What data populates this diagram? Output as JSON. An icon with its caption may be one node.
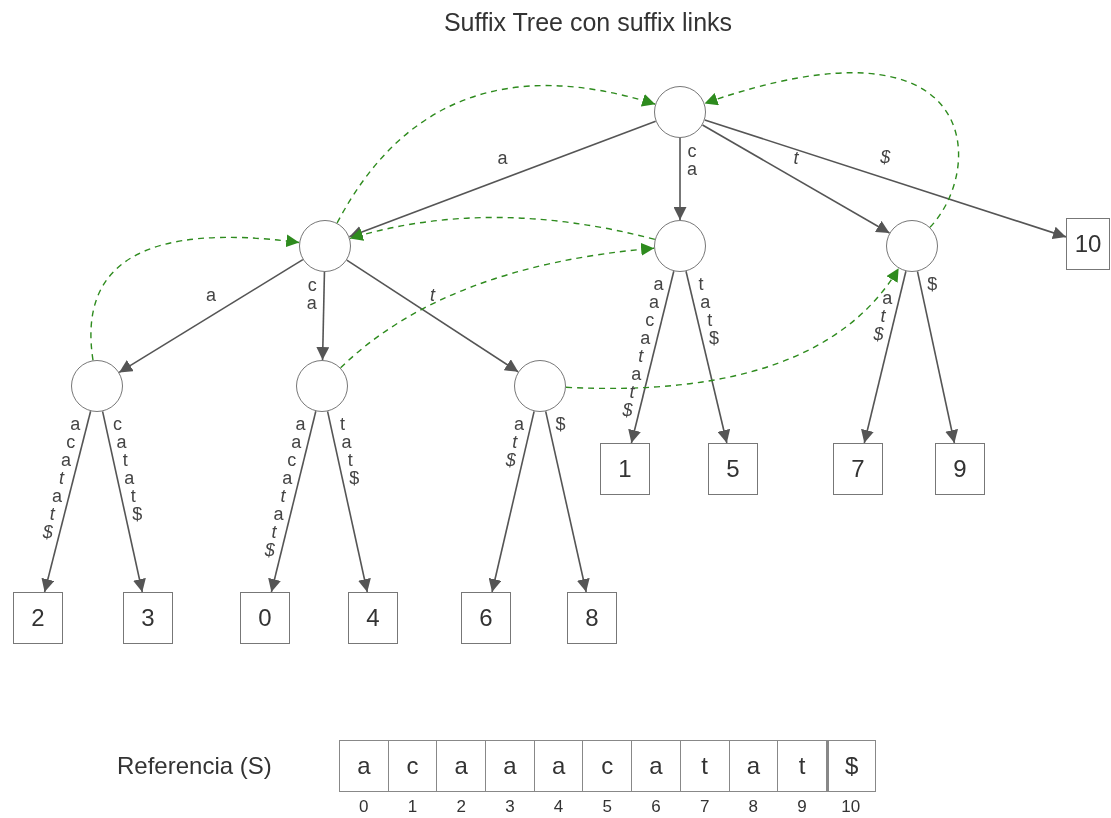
{
  "diagram": {
    "title": "Suffix Tree con suffix links",
    "nodes": [
      {
        "text": [],
        "shape": "circle"
      },
      {
        "text": [],
        "shape": "circle"
      },
      {
        "text": [],
        "shape": "circle"
      },
      {
        "text": [],
        "shape": "circle"
      },
      {
        "text": [
          "10"
        ]
      },
      {
        "text": [],
        "shape": "circle"
      },
      {
        "text": [],
        "shape": "circle"
      },
      {
        "text": [],
        "shape": "circle"
      },
      {
        "text": [
          "1"
        ]
      },
      {
        "text": [
          "5"
        ]
      },
      {
        "text": [
          "7"
        ]
      },
      {
        "text": [
          "9"
        ]
      },
      {
        "text": [
          "2"
        ]
      },
      {
        "text": [
          "3"
        ]
      },
      {
        "text": [
          "0"
        ]
      },
      {
        "text": [
          "4"
        ]
      },
      {
        "text": [
          "6"
        ]
      },
      {
        "text": [
          "8"
        ]
      }
    ],
    "edges": [
      {
        "from": 0,
        "to": 1,
        "arrow": "to",
        "label": "a"
      },
      {
        "from": 0,
        "to": 2,
        "arrow": "to",
        "label": "c a"
      },
      {
        "from": 0,
        "to": 3,
        "arrow": "to",
        "label": "*t*"
      },
      {
        "from": 0,
        "to": 4,
        "arrow": "to",
        "label": "*$*"
      },
      {
        "from": 1,
        "to": 5,
        "arrow": "to",
        "label": "a"
      },
      {
        "from": 1,
        "to": 6,
        "arrow": "to",
        "label": "c a"
      },
      {
        "from": 1,
        "to": 7,
        "arrow": "to",
        "label": "*t*"
      },
      {
        "from": 2,
        "to": 8,
        "arrow": "to",
        "label": "a a c a *t* a *t* *$*"
      },
      {
        "from": 2,
        "to": 9,
        "arrow": "to",
        "label": "t a t $"
      },
      {
        "from": 3,
        "to": 10,
        "arrow": "to",
        "label": "a *t* *$*"
      },
      {
        "from": 3,
        "to": 11,
        "arrow": "to",
        "label": "$"
      },
      {
        "from": 5,
        "to": 12,
        "arrow": "to",
        "label": "a c a *t* a *t* *$*"
      },
      {
        "from": 5,
        "to": 13,
        "arrow": "to",
        "label": "c a t a t $"
      },
      {
        "from": 6,
        "to": 14,
        "arrow": "to",
        "label": "a a c a *t* a *t* *$*"
      },
      {
        "from": 6,
        "to": 15,
        "arrow": "to",
        "label": "t a t $"
      },
      {
        "from": 7,
        "to": 16,
        "arrow": "to",
        "label": "a *t* *$*"
      },
      {
        "from": 7,
        "to": 17,
        "arrow": "to",
        "label": "$"
      },
      {
        "from": 1,
        "to": 0,
        "arrow": "to",
        "style": "dashed",
        "color": "#2e8b1e"
      },
      {
        "from": 2,
        "to": 1,
        "arrow": "to",
        "style": "dashed",
        "color": "#2e8b1e"
      },
      {
        "from": 5,
        "to": 1,
        "arrow": "to",
        "style": "dashed",
        "color": "#2e8b1e"
      },
      {
        "from": 6,
        "to": 2,
        "arrow": "to",
        "style": "dashed",
        "color": "#2e8b1e"
      },
      {
        "from": 7,
        "to": 3,
        "arrow": "to",
        "style": "dashed",
        "color": "#2e8b1e"
      },
      {
        "from": 3,
        "to": 0,
        "arrow": "to",
        "style": "dashed",
        "color": "#2e8b1e"
      }
    ],
    "labels": [
      "Referencia (S)",
      "a",
      "c",
      "a",
      "a",
      "a",
      "c",
      "a",
      "t",
      "a",
      "t",
      "$",
      "0",
      "1",
      "2",
      "3",
      "4",
      "5",
      "6",
      "7",
      "8",
      "9",
      "10"
    ]
  }
}
